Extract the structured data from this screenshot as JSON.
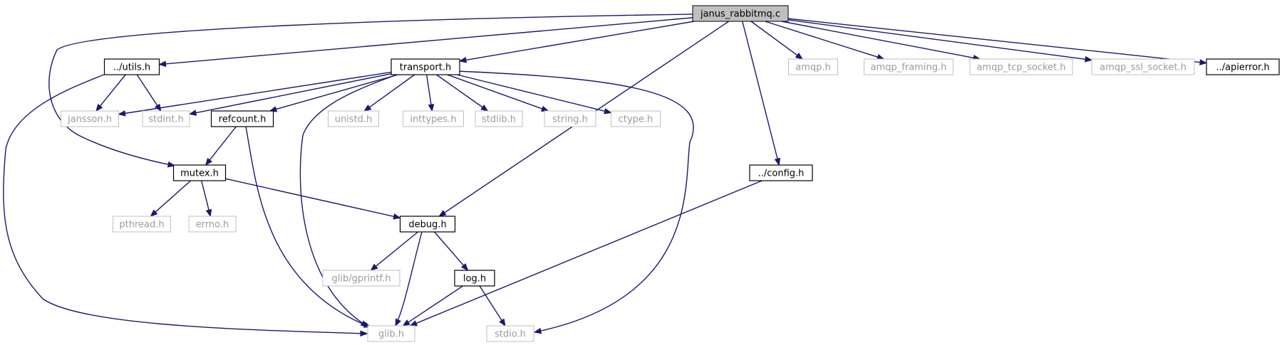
{
  "graph": {
    "root": "janus_rabbitmq.c",
    "nodes": [
      {
        "id": "janus_rabbitmq_c",
        "label": "janus_rabbitmq.c",
        "kind": "root"
      },
      {
        "id": "utils_h",
        "label": "../utils.h",
        "kind": "local"
      },
      {
        "id": "transport_h",
        "label": "transport.h",
        "kind": "local"
      },
      {
        "id": "amqp_h",
        "label": "amqp.h",
        "kind": "external"
      },
      {
        "id": "amqp_framing_h",
        "label": "amqp_framing.h",
        "kind": "external"
      },
      {
        "id": "amqp_tcp_socket_h",
        "label": "amqp_tcp_socket.h",
        "kind": "external"
      },
      {
        "id": "amqp_ssl_socket_h",
        "label": "amqp_ssl_socket.h",
        "kind": "external"
      },
      {
        "id": "apierror_h",
        "label": "../apierror.h",
        "kind": "local"
      },
      {
        "id": "jansson_h",
        "label": "jansson.h",
        "kind": "external"
      },
      {
        "id": "stdint_h",
        "label": "stdint.h",
        "kind": "external"
      },
      {
        "id": "refcount_h",
        "label": "refcount.h",
        "kind": "local"
      },
      {
        "id": "unistd_h",
        "label": "unistd.h",
        "kind": "external"
      },
      {
        "id": "inttypes_h",
        "label": "inttypes.h",
        "kind": "external"
      },
      {
        "id": "stdlib_h",
        "label": "stdlib.h",
        "kind": "external"
      },
      {
        "id": "string_h",
        "label": "string.h",
        "kind": "external"
      },
      {
        "id": "ctype_h",
        "label": "ctype.h",
        "kind": "external"
      },
      {
        "id": "config_h",
        "label": "../config.h",
        "kind": "local"
      },
      {
        "id": "mutex_h",
        "label": "mutex.h",
        "kind": "local"
      },
      {
        "id": "pthread_h",
        "label": "pthread.h",
        "kind": "external"
      },
      {
        "id": "errno_h",
        "label": "errno.h",
        "kind": "external"
      },
      {
        "id": "debug_h",
        "label": "debug.h",
        "kind": "local"
      },
      {
        "id": "glib_gprintf_h",
        "label": "glib/gprintf.h",
        "kind": "external"
      },
      {
        "id": "log_h",
        "label": "log.h",
        "kind": "local"
      },
      {
        "id": "glib_h",
        "label": "glib.h",
        "kind": "external"
      },
      {
        "id": "stdio_h",
        "label": "stdio.h",
        "kind": "external"
      }
    ],
    "edges": [
      {
        "from": "janus_rabbitmq_c",
        "to": "utils_h"
      },
      {
        "from": "janus_rabbitmq_c",
        "to": "transport_h"
      },
      {
        "from": "janus_rabbitmq_c",
        "to": "mutex_h"
      },
      {
        "from": "janus_rabbitmq_c",
        "to": "debug_h"
      },
      {
        "from": "janus_rabbitmq_c",
        "to": "config_h"
      },
      {
        "from": "janus_rabbitmq_c",
        "to": "amqp_h"
      },
      {
        "from": "janus_rabbitmq_c",
        "to": "amqp_framing_h"
      },
      {
        "from": "janus_rabbitmq_c",
        "to": "amqp_tcp_socket_h"
      },
      {
        "from": "janus_rabbitmq_c",
        "to": "amqp_ssl_socket_h"
      },
      {
        "from": "janus_rabbitmq_c",
        "to": "apierror_h"
      },
      {
        "from": "utils_h",
        "to": "jansson_h"
      },
      {
        "from": "utils_h",
        "to": "stdint_h"
      },
      {
        "from": "utils_h",
        "to": "glib_h"
      },
      {
        "from": "transport_h",
        "to": "jansson_h"
      },
      {
        "from": "transport_h",
        "to": "stdint_h"
      },
      {
        "from": "transport_h",
        "to": "refcount_h"
      },
      {
        "from": "transport_h",
        "to": "unistd_h"
      },
      {
        "from": "transport_h",
        "to": "inttypes_h"
      },
      {
        "from": "transport_h",
        "to": "stdlib_h"
      },
      {
        "from": "transport_h",
        "to": "string_h"
      },
      {
        "from": "transport_h",
        "to": "ctype_h"
      },
      {
        "from": "transport_h",
        "to": "glib_h"
      },
      {
        "from": "transport_h",
        "to": "stdio_h"
      },
      {
        "from": "refcount_h",
        "to": "mutex_h"
      },
      {
        "from": "refcount_h",
        "to": "glib_h"
      },
      {
        "from": "mutex_h",
        "to": "pthread_h"
      },
      {
        "from": "mutex_h",
        "to": "errno_h"
      },
      {
        "from": "mutex_h",
        "to": "debug_h"
      },
      {
        "from": "debug_h",
        "to": "glib_gprintf_h"
      },
      {
        "from": "debug_h",
        "to": "log_h"
      },
      {
        "from": "debug_h",
        "to": "glib_h"
      },
      {
        "from": "log_h",
        "to": "glib_h"
      },
      {
        "from": "log_h",
        "to": "stdio_h"
      },
      {
        "from": "config_h",
        "to": "glib_h"
      }
    ]
  },
  "colors": {
    "edge": "#191970",
    "root_fill": "#bfbfbf",
    "local_border": "#000000",
    "external_border": "#bfbfbf",
    "external_text": "#9a9a9a"
  }
}
